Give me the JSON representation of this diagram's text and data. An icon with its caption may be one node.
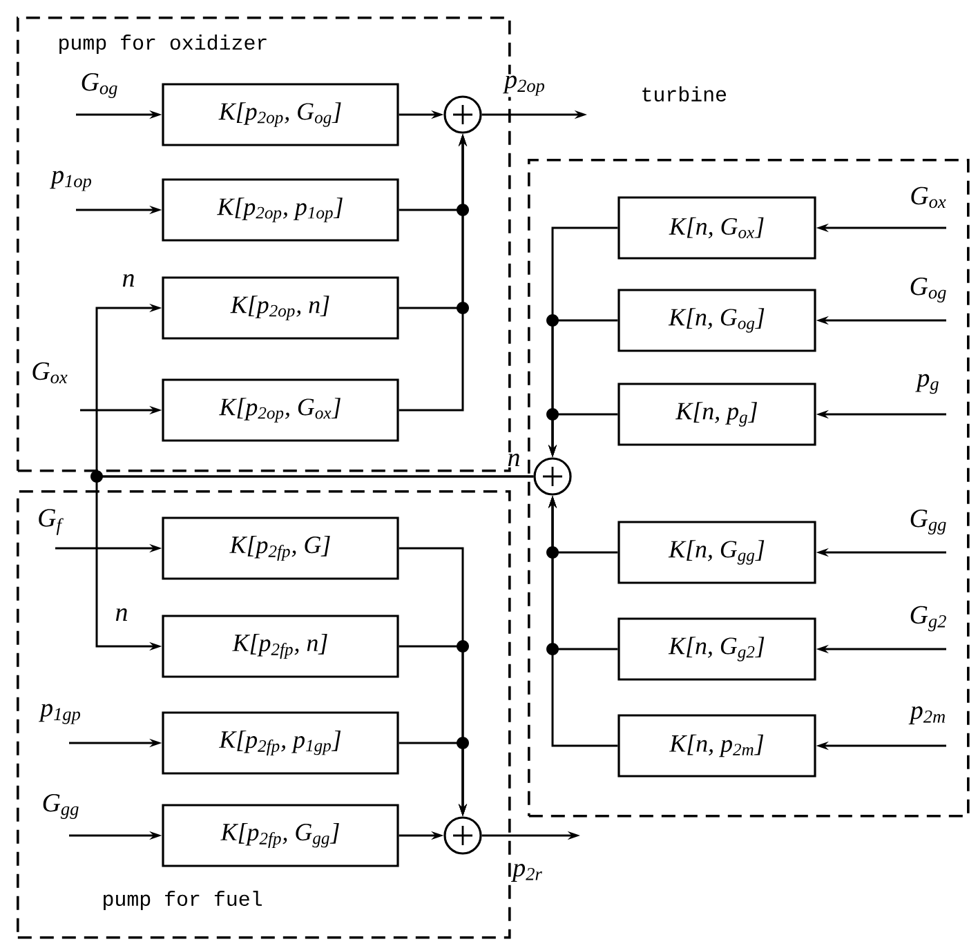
{
  "diagram": {
    "nodes": [
      {
        "text": [
          "pump for oxidizer"
        ]
      },
      {
        "text": [
          "K[p$_{2op}$, G$_{og}$]"
        ],
        "in": 0
      },
      {
        "text": [
          "K[p$_{2op}$, p$_{1op}$]"
        ],
        "in": 0
      },
      {
        "text": [
          "K[p$_{2op}$, n]"
        ],
        "in": 0
      },
      {
        "text": [
          "K[p$_{2op}$, G$_{ox}$]"
        ],
        "in": 0
      },
      {
        "text": [],
        "shape": "circle",
        "in": 0
      },
      {
        "text": [
          "turbine"
        ]
      },
      {
        "text": [
          "K[n, G$_{ox}$]"
        ],
        "in": 6
      },
      {
        "text": [
          "K[n, G$_{og}$]"
        ],
        "in": 6
      },
      {
        "text": [
          "K[n, p$_{g}$]"
        ],
        "in": 6
      },
      {
        "text": [],
        "shape": "circle",
        "in": 6
      },
      {
        "text": [
          "K[n, G$_{gg}$]"
        ],
        "in": 6
      },
      {
        "text": [
          "K[n, G$_{g2}$]"
        ],
        "in": 6
      },
      {
        "text": [
          "K[n, p$_{2т}$]"
        ],
        "in": 6
      },
      {
        "text": [
          "pump for fuel"
        ]
      },
      {
        "text": [
          "K[p$_{2fp}$, G]"
        ],
        "in": 14
      },
      {
        "text": [
          "K[p$_{2fp}$, n]"
        ],
        "in": 14
      },
      {
        "text": [
          "K[p$_{2fp}$, p$_{1gp}$]"
        ],
        "in": 14
      },
      {
        "text": [
          "K[p$_{2fp}$, G$_{gg}$]"
        ],
        "in": 14
      },
      {
        "text": [],
        "shape": "circle",
        "in": 14
      }
    ],
    "edges": [
      {
        "from": null,
        "to": 1,
        "arrow": "to",
        "label": "G$_{og}$"
      },
      {
        "from": null,
        "to": 2,
        "arrow": "to",
        "label": "p$_{1op}$"
      },
      {
        "from": 10,
        "to": 3,
        "arrow": "to",
        "label": "n"
      },
      {
        "from": null,
        "to": 4,
        "arrow": "to",
        "label": "G$_{ox}$"
      },
      {
        "from": 1,
        "to": 5,
        "arrow": "to"
      },
      {
        "from": 2,
        "to": 5,
        "arrow": "to"
      },
      {
        "from": 3,
        "to": 5,
        "arrow": "to"
      },
      {
        "from": 4,
        "to": 5,
        "arrow": "to"
      },
      {
        "from": 5,
        "to": null,
        "arrow": "to",
        "label": "p$_{2op}$"
      },
      {
        "from": null,
        "to": 7,
        "arrow": "to",
        "label": "G$_{ox}$"
      },
      {
        "from": null,
        "to": 8,
        "arrow": "to",
        "label": "G$_{og}$"
      },
      {
        "from": null,
        "to": 9,
        "arrow": "to",
        "label": "p$_{g}$"
      },
      {
        "from": null,
        "to": 11,
        "arrow": "to",
        "label": "G$_{gg}$"
      },
      {
        "from": null,
        "to": 12,
        "arrow": "to",
        "label": "G$_{g2}$"
      },
      {
        "from": null,
        "to": 13,
        "arrow": "to",
        "label": "p$_{2т}$"
      },
      {
        "from": 7,
        "to": 10,
        "arrow": "to"
      },
      {
        "from": 8,
        "to": 10,
        "arrow": "to"
      },
      {
        "from": 9,
        "to": 10,
        "arrow": "to"
      },
      {
        "from": 11,
        "to": 10,
        "arrow": "to"
      },
      {
        "from": 12,
        "to": 10,
        "arrow": "to"
      },
      {
        "from": 13,
        "to": 10,
        "arrow": "to"
      },
      {
        "from": 10,
        "to": 16,
        "arrow": "to",
        "label": "n"
      },
      {
        "from": null,
        "to": 15,
        "arrow": "to",
        "label": "G$_{f}$"
      },
      {
        "from": null,
        "to": 17,
        "arrow": "to",
        "label": "p$_{1gp}$"
      },
      {
        "from": null,
        "to": 18,
        "arrow": "to",
        "label": "G$_{gg}$"
      },
      {
        "from": 15,
        "to": 19,
        "arrow": "to"
      },
      {
        "from": 16,
        "to": 19,
        "arrow": "to"
      },
      {
        "from": 17,
        "to": 19,
        "arrow": "to"
      },
      {
        "from": 18,
        "to": 19,
        "arrow": "to"
      },
      {
        "from": 19,
        "to": null,
        "arrow": "to",
        "label": "p$_{2r}$"
      }
    ],
    "labels": [
      "n"
    ]
  }
}
